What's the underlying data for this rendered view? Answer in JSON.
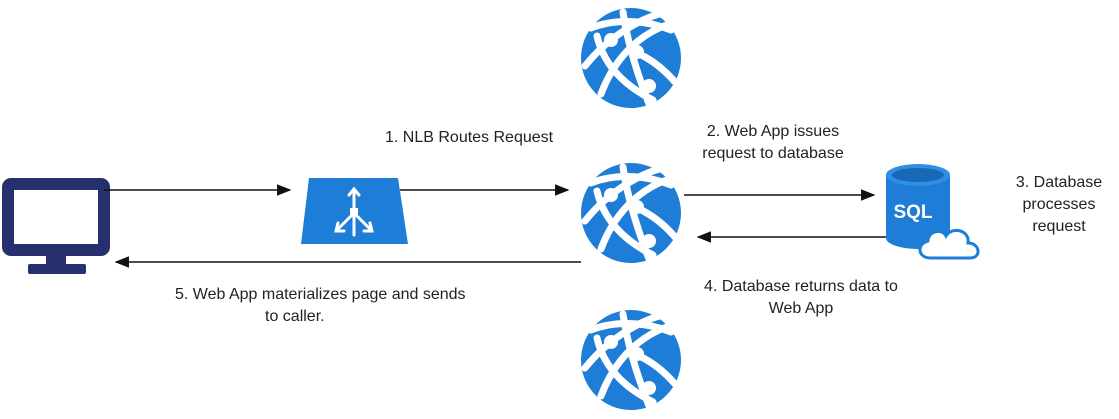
{
  "steps": {
    "step1": "1. NLB Routes Request",
    "step2": [
      "2. Web App issues",
      "request to database"
    ],
    "step3": [
      "3. Database",
      "processes",
      "request"
    ],
    "step4": [
      "4. Database returns data to",
      "Web App"
    ],
    "step5": [
      "5. Web App materializes page and sends",
      "to caller."
    ]
  },
  "icons": {
    "client": "monitor-icon",
    "load_balancer": "load-balancer-icon",
    "web_app": "web-app-globe-icon",
    "database": "sql-database-icon",
    "cloud": "cloud-icon"
  },
  "sql_label": "SQL",
  "colors": {
    "azure_blue": "#1E7DD6",
    "monitor_navy": "#27306E",
    "arrow": "#111111",
    "text": "#222222"
  }
}
